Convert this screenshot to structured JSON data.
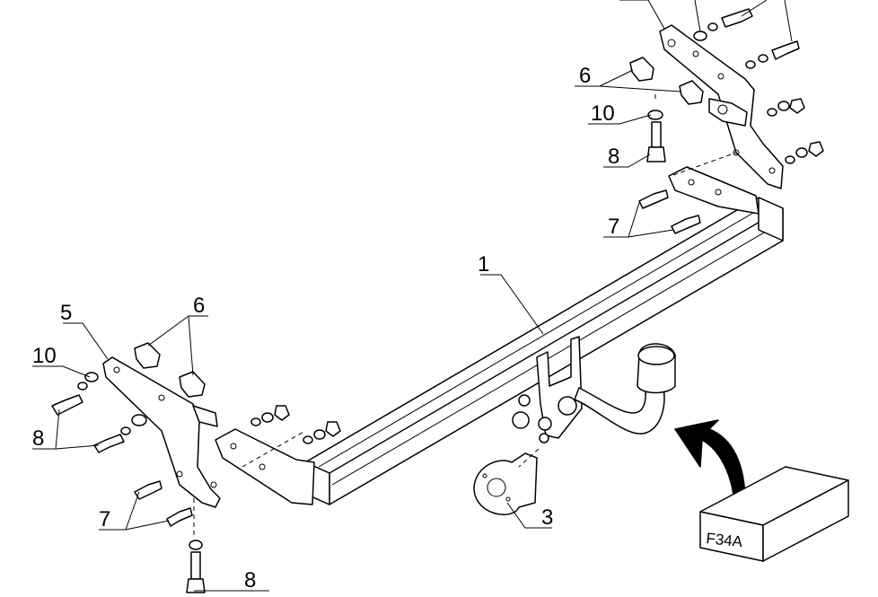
{
  "labels": {
    "main_bar": "1",
    "socket_bracket": "3",
    "side_bracket": "5",
    "clip_left": "6",
    "clip_right": "6",
    "bolt_m10_left_top": "7",
    "bolt_m10_right": "7",
    "bolt_m8_left": "8",
    "bolt_m8_bottom": "8",
    "bolt_m8_right": "8",
    "washer_left": "10",
    "washer_right": "10"
  },
  "ball_type_box": "F34A"
}
